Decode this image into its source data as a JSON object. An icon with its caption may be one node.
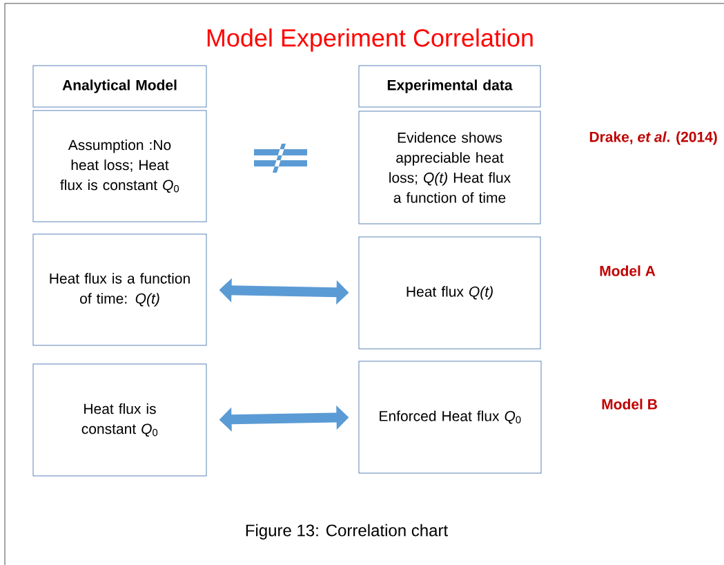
{
  "diagram": {
    "title": "Model Experiment Correlation",
    "caption": "Figure 13: Correlation chart",
    "nodes": [
      {
        "text": [
          "Analytical Model"
        ]
      },
      {
        "text": [
          "Experimental data"
        ]
      },
      {
        "text": [
          "Assumption :No heat loss; Heat flux is constant *Q*$_{0}$"
        ]
      },
      {
        "text": [
          "Evidence shows appreciable heat loss; *Q(t)* Heat flux a function of time"
        ]
      },
      {
        "text": [
          "Heat flux is a function of time: *Q(t)*"
        ]
      },
      {
        "text": [
          "Heat flux *Q(t)*"
        ]
      },
      {
        "text": [
          "Heat flux is constant *Q*$_{0}$"
        ]
      },
      {
        "text": [
          "Enforced Heat flux *Q*$_{0}$"
        ]
      }
    ],
    "edges": [
      {
        "from": 4,
        "to": 5,
        "arrow": "both"
      },
      {
        "from": 6,
        "to": 7,
        "arrow": "both"
      }
    ],
    "labels": [
      "Drake, *et al*. (2014)",
      "Model A",
      "Model B"
    ]
  }
}
